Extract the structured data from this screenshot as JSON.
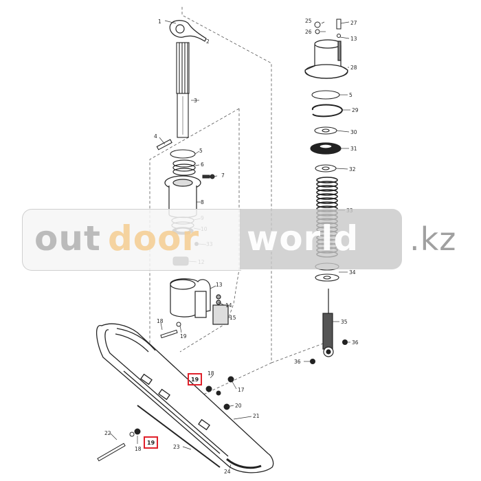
{
  "diagram": {
    "part_numbers": {
      "p1": "1",
      "p2": "2",
      "p3": "3",
      "p4": "4",
      "p5a": "5",
      "p6": "6",
      "p7": "7",
      "p8": "8",
      "p9": "9",
      "p10": "10",
      "p33a": "33",
      "p12": "12",
      "p13": "13",
      "p14": "14",
      "p15": "15",
      "p18a": "18",
      "p19a": "19",
      "p25": "25",
      "p26": "26",
      "p27": "27",
      "p13b": "13",
      "p28": "28",
      "p5b": "5",
      "p29": "29",
      "p30": "30",
      "p31": "31",
      "p32": "32",
      "p33b": "33",
      "p34": "34",
      "p35": "35",
      "p36a": "36",
      "p36b": "36",
      "p18b": "18",
      "p17": "17",
      "p20": "20",
      "p21": "21",
      "p22": "22",
      "p23": "23",
      "p24": "24",
      "p18c": "18",
      "p19b": "19"
    },
    "highlight_color": "#e0202a"
  },
  "watermark": {
    "part1": "out",
    "part2": "door",
    "part3": "world",
    "part4": ".kz",
    "colors": {
      "out": "#b0b0b0",
      "door": "#f4ce96",
      "world": "#ffffff",
      "kz": "#969696"
    }
  }
}
